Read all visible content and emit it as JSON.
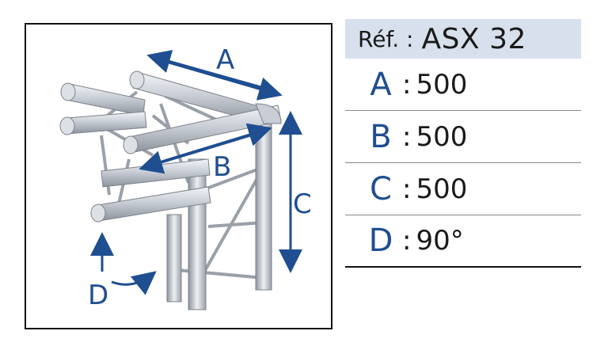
{
  "diagram": {
    "labels": {
      "a": "A",
      "b": "B",
      "c": "C",
      "d": "D"
    },
    "arrow_color": "#1f4e91",
    "tube_color": "#c8ccd3"
  },
  "spec": {
    "ref_label": "Réf. :",
    "ref_value": "ASX 32",
    "rows": [
      {
        "letter": "A",
        "sep": ":",
        "value": "500"
      },
      {
        "letter": "B",
        "sep": ":",
        "value": "500"
      },
      {
        "letter": "C",
        "sep": ":",
        "value": "500"
      },
      {
        "letter": "D",
        "sep": ":",
        "value": "90°"
      }
    ]
  }
}
